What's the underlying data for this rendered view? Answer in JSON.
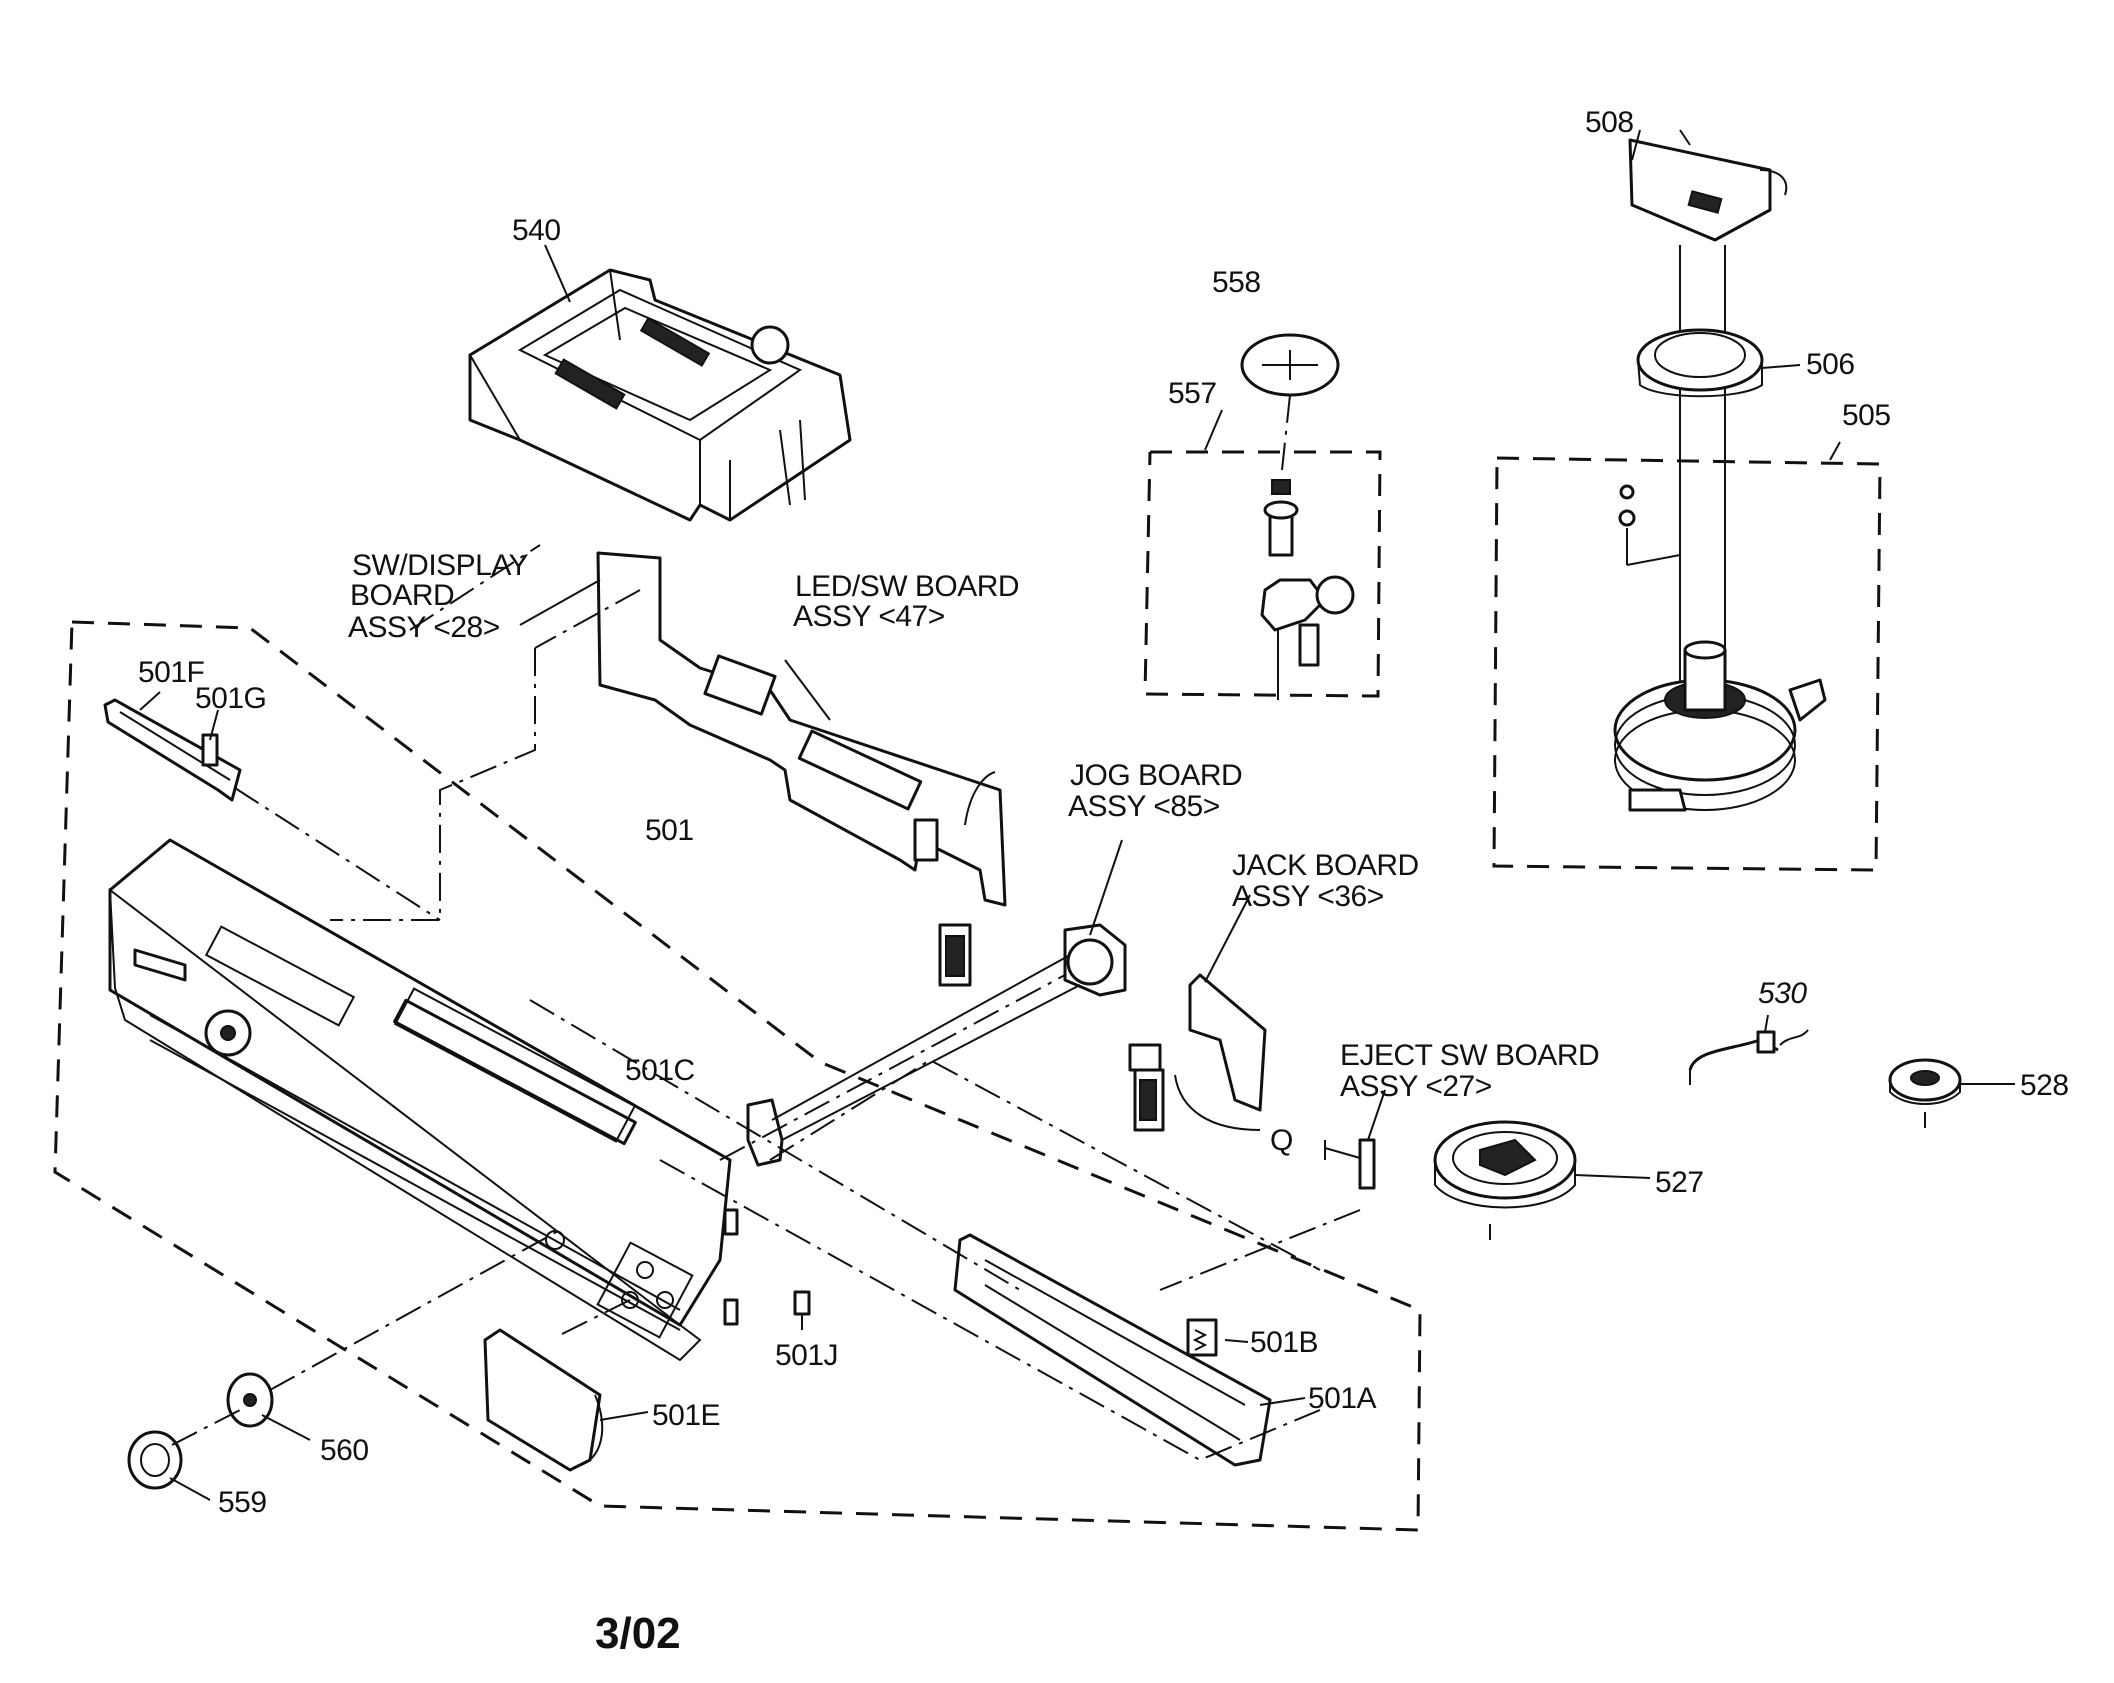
{
  "labels": {
    "p540": "540",
    "p558": "558",
    "p557": "557",
    "p508": "508",
    "p506": "506",
    "p505": "505",
    "sw_display_1": "SW/DISPLAY",
    "sw_display_2": "BOARD",
    "sw_display_3": "ASSY <28>",
    "led_sw_1": "LED/SW BOARD",
    "led_sw_2": "ASSY <47>",
    "p501F": "501F",
    "p501G": "501G",
    "p501": "501",
    "jog_1": "JOG BOARD",
    "jog_2": "ASSY <85>",
    "jack_1": "JACK BOARD",
    "jack_2": "ASSY <36>",
    "p530": "530",
    "eject_1": "EJECT SW BOARD",
    "eject_2": "ASSY <27>",
    "p528": "528",
    "p501C": "501C",
    "p527": "527",
    "q": "Q",
    "p501B": "501B",
    "p501J": "501J",
    "p501A": "501A",
    "p501E": "501E",
    "p560": "560",
    "p559": "559",
    "date": "3/02"
  }
}
